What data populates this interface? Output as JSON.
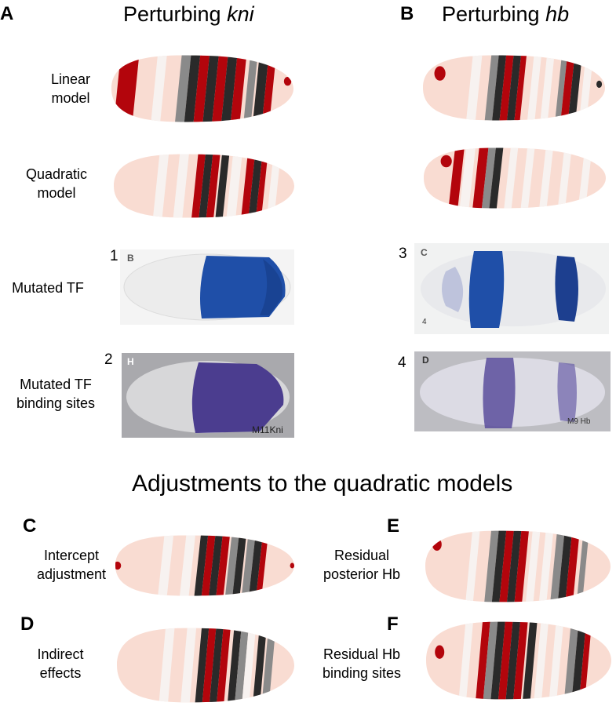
{
  "panels": {
    "A": {
      "letter": "A",
      "title_prefix": "Perturbing ",
      "title_gene": "kni"
    },
    "B": {
      "letter": "B",
      "title_prefix": "Perturbing ",
      "title_gene": "hb"
    },
    "C": {
      "letter": "C",
      "label_line1": "Intercept",
      "label_line2": "adjustment"
    },
    "D": {
      "letter": "D",
      "label_line1": "Indirect",
      "label_line2": "effects"
    },
    "E": {
      "letter": "E",
      "label_line1": "Residual",
      "label_line2": "posterior Hb"
    },
    "F": {
      "letter": "F",
      "label_line1": "Residual Hb",
      "label_line2": "binding sites"
    }
  },
  "row_labels": {
    "linear": [
      "Linear",
      "model"
    ],
    "quadratic": [
      "Quadratic",
      "model"
    ],
    "mutated_tf": "Mutated TF",
    "mutated_sites": [
      "Mutated TF",
      "binding sites"
    ]
  },
  "photos": {
    "p1": {
      "num": "1",
      "tag": "B",
      "caption": ""
    },
    "p2": {
      "num": "2",
      "tag": "H",
      "caption": "M11Kni"
    },
    "p3": {
      "num": "3",
      "tag": "C",
      "caption": "4"
    },
    "p4": {
      "num": "4",
      "tag": "D",
      "caption": "M9 Hb"
    }
  },
  "section_title": "Adjustments to the quadratic models",
  "colors": {
    "background_pink": "#f9dcd2",
    "white_stripe": "#f7f2f0",
    "red": "#b3050c",
    "dark": "#2a2a2a",
    "grey": "#8a8a8a",
    "blue_stain": "#1f4fa8",
    "purple_stain": "#4b3d8f"
  }
}
